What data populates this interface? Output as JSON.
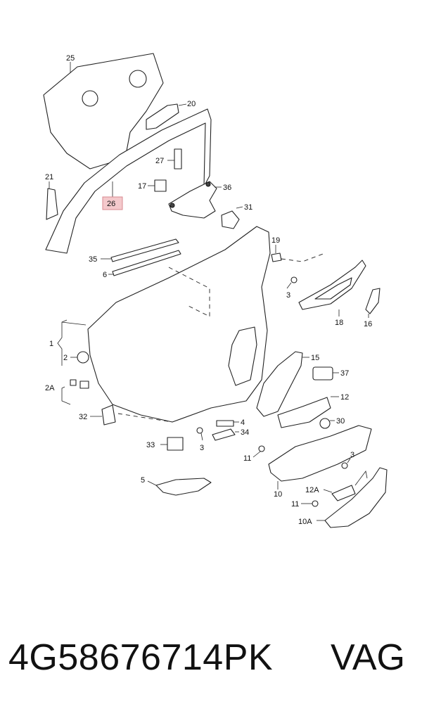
{
  "callouts": {
    "c25": "25",
    "c20": "20",
    "c27": "27",
    "c21": "21",
    "c17": "17",
    "c36": "36",
    "c26": "26",
    "c31": "31",
    "c19": "19",
    "c35": "35",
    "c6": "6",
    "c3a": "3",
    "c18": "18",
    "c16": "16",
    "c1": "1",
    "c15": "15",
    "c2": "2",
    "c37": "37",
    "c2A": "2A",
    "c12": "12",
    "c30": "30",
    "c32": "32",
    "c4": "4",
    "c34": "34",
    "c33": "33",
    "c3b": "3",
    "c11a": "11",
    "c3c": "3",
    "c10": "10",
    "c5": "5",
    "c12A": "12A",
    "c11b": "11",
    "c10A": "10A"
  },
  "footer": {
    "part_number": "4G58676714PK",
    "brand": "VAG"
  },
  "colors": {
    "highlight_box_fill": "#f4c9cc",
    "highlight_box_stroke": "#d98a90"
  }
}
